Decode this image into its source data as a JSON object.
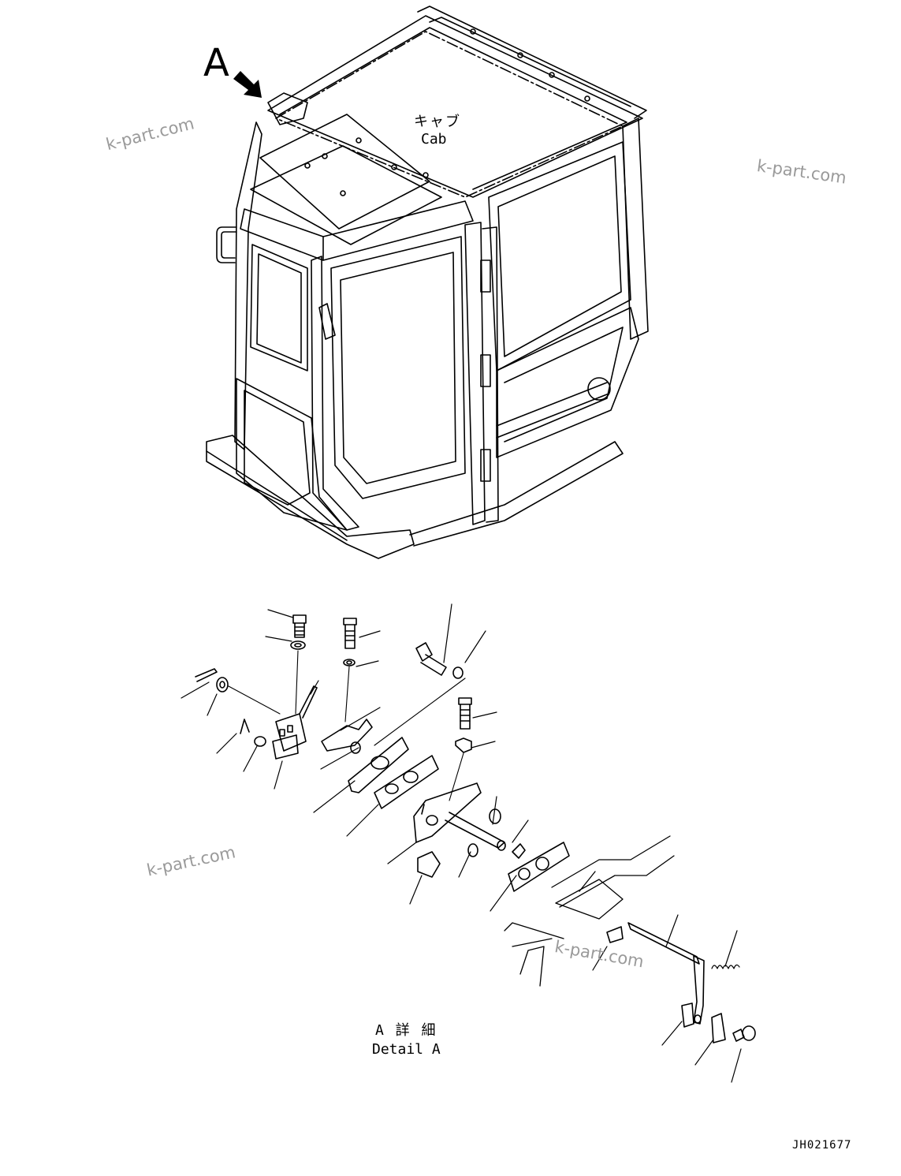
{
  "view_marker": {
    "letter": "A"
  },
  "cab_label": {
    "japanese": "キャブ",
    "english": "Cab"
  },
  "detail_label": {
    "japanese": "A 詳 細",
    "english": "Detail A"
  },
  "watermarks": [
    "k-part.com",
    "k-part.com",
    "k-part.com",
    "k-part.com"
  ],
  "drawing_number": "JH021677",
  "colors": {
    "line": "#000000",
    "watermark": "#9a9a9a",
    "background": "#ffffff"
  }
}
